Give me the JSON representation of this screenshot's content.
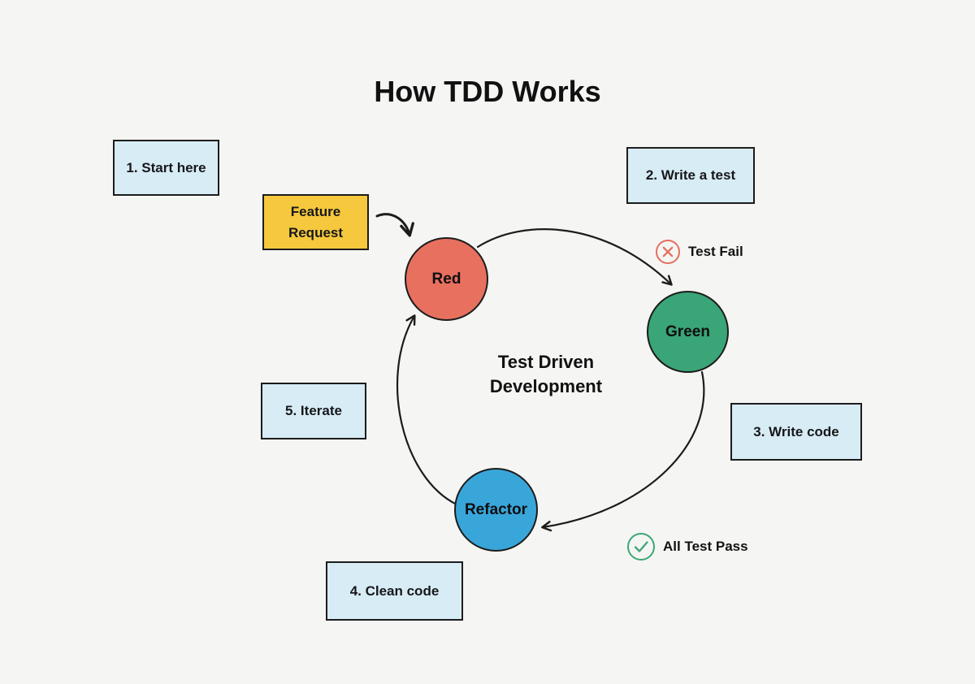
{
  "title": "How TDD Works",
  "colors": {
    "background": "#f5f5f3",
    "step_box_fill": "#d7ecf5",
    "feature_box_fill": "#f5c83d",
    "node_red_fill": "#e8705f",
    "node_green_fill": "#3aa577",
    "node_refactor_fill": "#39a6da",
    "shape_stroke": "#1c1c1c",
    "fail_icon": "#e2705e",
    "pass_icon": "#3aa876"
  },
  "steps": {
    "start_here": "1. Start here",
    "write_test": "2. Write a test",
    "write_code": "3. Write code",
    "clean_code": "4. Clean code",
    "iterate": "5. Iterate"
  },
  "feature_request": {
    "line1": "Feature",
    "line2": "Request"
  },
  "cycle": {
    "red": "Red",
    "green": "Green",
    "refactor": "Refactor",
    "center_line1": "Test Driven",
    "center_line2": "Development"
  },
  "status": {
    "fail": "Test Fail",
    "pass": "All Test Pass"
  }
}
